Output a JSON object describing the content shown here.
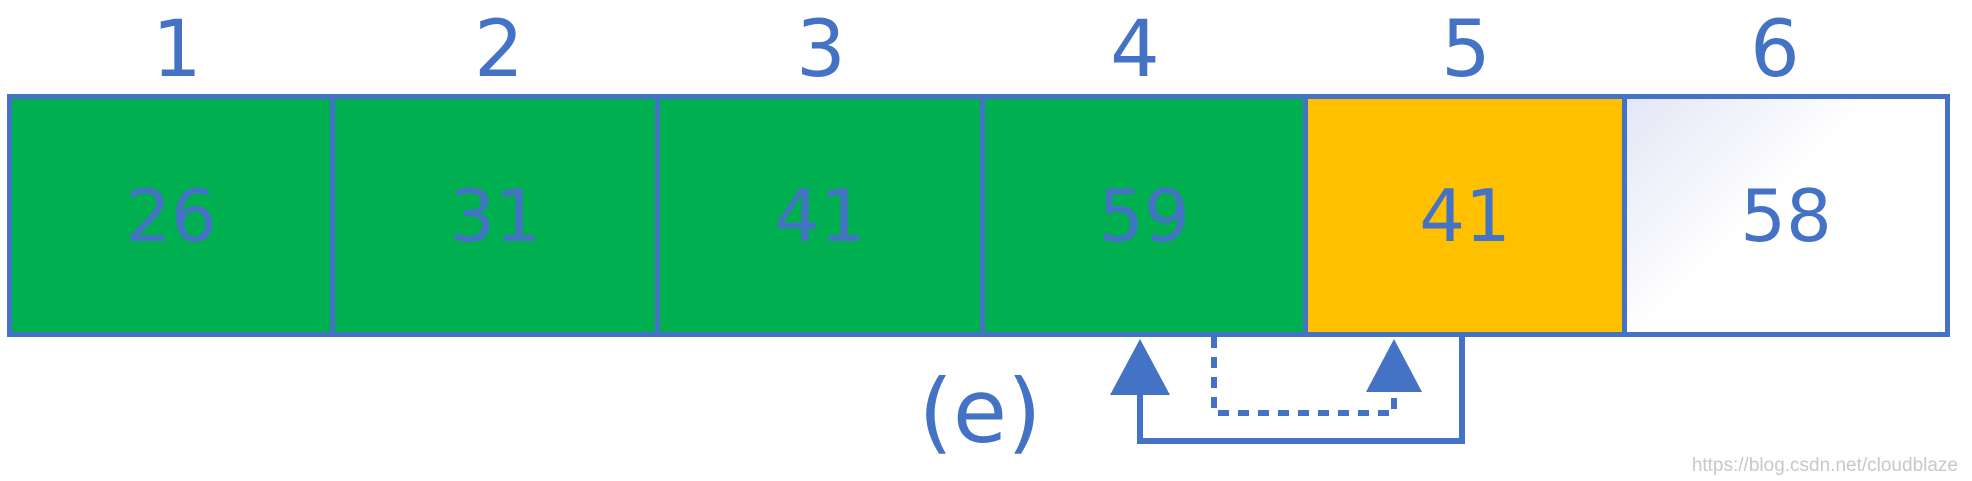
{
  "array": {
    "cells": [
      {
        "index": "1",
        "value": "26",
        "state": "sorted"
      },
      {
        "index": "2",
        "value": "31",
        "state": "sorted"
      },
      {
        "index": "3",
        "value": "41",
        "state": "sorted"
      },
      {
        "index": "4",
        "value": "59",
        "state": "sorted"
      },
      {
        "index": "5",
        "value": "41",
        "state": "current"
      },
      {
        "index": "6",
        "value": "58",
        "state": "unsorted"
      }
    ]
  },
  "caption": "(e)",
  "watermark": "https://blog.csdn.net/cloudblaze",
  "colors": {
    "border": "#4472C4",
    "text": "#4472C4",
    "sorted": "#00B050",
    "current": "#FFC000",
    "unsorted": "#FFFFFF"
  },
  "arrows": [
    {
      "from_index": "5",
      "to_index": "4",
      "style": "solid"
    },
    {
      "from_index": "4",
      "to_index": "5",
      "style": "dashed"
    }
  ]
}
